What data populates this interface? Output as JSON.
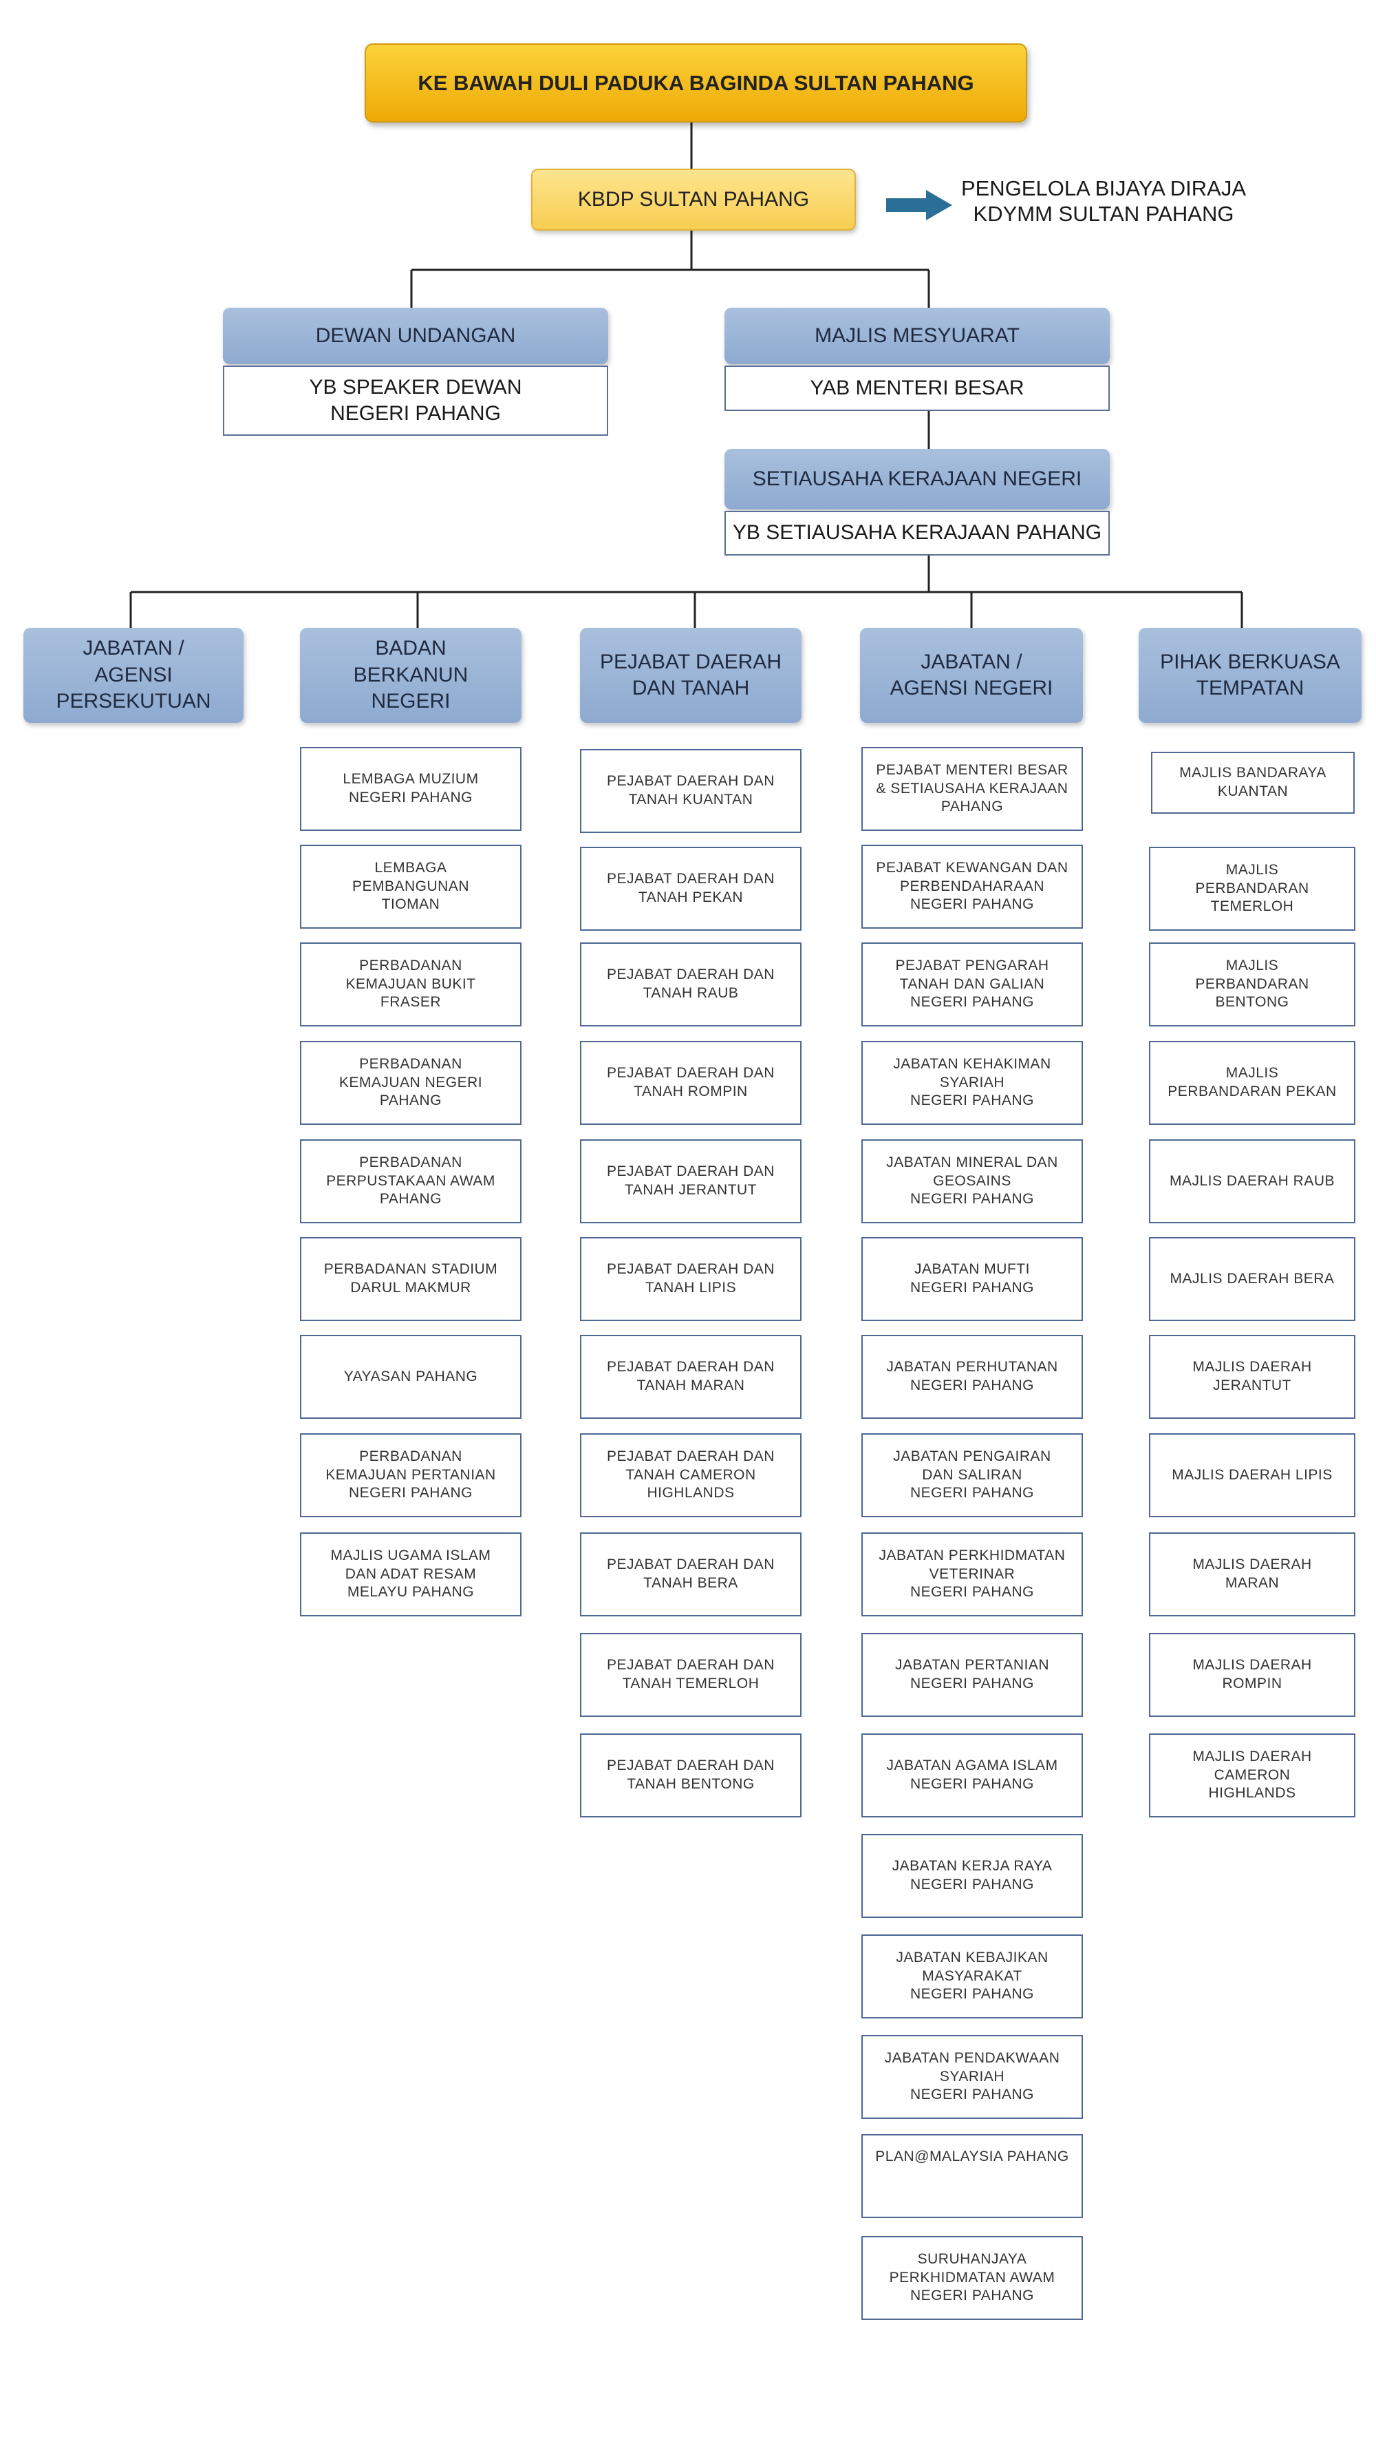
{
  "top": {
    "sultan": "KE BAWAH DULI PADUKA BAGINDA SULTAN PAHANG",
    "kbdp": "KBDP SULTAN PAHANG",
    "manager_note": "PENGELOLA BIJAYA DIRAJA\nKDYMM SULTAN PAHANG"
  },
  "dewan": {
    "title": "DEWAN UNDANGAN",
    "sub": "YB SPEAKER DEWAN\nNEGERI PAHANG"
  },
  "majlis": {
    "title": "MAJLIS MESYUARAT",
    "sub": "YAB MENTERI BESAR"
  },
  "setiausaha": {
    "title": "SETIAUSAHA KERAJAAN NEGERI",
    "sub": "YB SETIAUSAHA KERAJAAN PAHANG"
  },
  "colors": {
    "gold": "#f5bd1f",
    "light_gold": "#fbd977",
    "header_blue": "#9ab3d6",
    "border_blue": "#4f6894"
  },
  "columns": [
    {
      "header": "JABATAN /\nAGENSI\nPERSEKUTUAN",
      "items": []
    },
    {
      "header": "BADAN\nBERKANUN\nNEGERI",
      "items": [
        "LEMBAGA MUZIUM\nNEGERI PAHANG",
        "LEMBAGA\nPEMBANGUNAN\nTIOMAN",
        "PERBADANAN\nKEMAJUAN BUKIT\nFRASER",
        "PERBADANAN\nKEMAJUAN NEGERI\nPAHANG",
        "PERBADANAN\nPERPUSTAKAAN AWAM\nPAHANG",
        "PERBADANAN STADIUM\nDARUL MAKMUR",
        "YAYASAN PAHANG",
        "PERBADANAN\nKEMAJUAN PERTANIAN\nNEGERI PAHANG",
        "MAJLIS UGAMA ISLAM\nDAN ADAT RESAM\nMELAYU PAHANG"
      ]
    },
    {
      "header": "PEJABAT DAERAH\nDAN TANAH",
      "items": [
        "PEJABAT DAERAH DAN\nTANAH KUANTAN",
        "PEJABAT DAERAH DAN\nTANAH PEKAN",
        "PEJABAT DAERAH DAN\nTANAH RAUB",
        "PEJABAT DAERAH DAN\nTANAH ROMPIN",
        "PEJABAT DAERAH DAN\nTANAH JERANTUT",
        "PEJABAT DAERAH DAN\nTANAH LIPIS",
        "PEJABAT DAERAH DAN\nTANAH MARAN",
        "PEJABAT DAERAH DAN\nTANAH CAMERON\nHIGHLANDS",
        "PEJABAT DAERAH DAN\nTANAH BERA",
        "PEJABAT DAERAH DAN\nTANAH TEMERLOH",
        "PEJABAT DAERAH DAN\nTANAH BENTONG"
      ]
    },
    {
      "header": "JABATAN /\nAGENSI NEGERI",
      "items": [
        "PEJABAT MENTERI BESAR\n& SETIAUSAHA KERAJAAN\nPAHANG",
        "PEJABAT KEWANGAN DAN\nPERBENDAHARAAN\nNEGERI PAHANG",
        "PEJABAT PENGARAH\nTANAH DAN GALIAN\nNEGERI PAHANG",
        "JABATAN KEHAKIMAN\nSYARIAH\nNEGERI PAHANG",
        "JABATAN MINERAL DAN\nGEOSAINS\nNEGERI PAHANG",
        "JABATAN MUFTI\nNEGERI PAHANG",
        "JABATAN PERHUTANAN\nNEGERI PAHANG",
        "JABATAN PENGAIRAN\nDAN SALIRAN\nNEGERI PAHANG",
        "JABATAN PERKHIDMATAN\nVETERINAR\nNEGERI PAHANG",
        "JABATAN PERTANIAN\nNEGERI PAHANG",
        "JABATAN AGAMA ISLAM\nNEGERI PAHANG",
        "JABATAN KERJA RAYA\nNEGERI PAHANG",
        "JABATAN KEBAJIKAN\nMASYARAKAT\nNEGERI PAHANG",
        "JABATAN PENDAKWAAN\nSYARIAH\nNEGERI PAHANG",
        "PLAN@MALAYSIA PAHANG",
        "SURUHANJAYA\nPERKHIDMATAN AWAM\nNEGERI PAHANG"
      ]
    },
    {
      "header": "PIHAK BERKUASA\nTEMPATAN",
      "items": [
        "MAJLIS BANDARAYA\nKUANTAN",
        "MAJLIS\nPERBANDARAN\nTEMERLOH",
        "MAJLIS\nPERBANDARAN\nBENTONG",
        "MAJLIS\nPERBANDARAN PEKAN",
        "MAJLIS DAERAH RAUB",
        "MAJLIS DAERAH BERA",
        "MAJLIS DAERAH\nJERANTUT",
        "MAJLIS DAERAH LIPIS",
        "MAJLIS DAERAH\nMARAN",
        "MAJLIS DAERAH\nROMPIN",
        "MAJLIS DAERAH\nCAMERON\nHIGHLANDS"
      ]
    }
  ]
}
